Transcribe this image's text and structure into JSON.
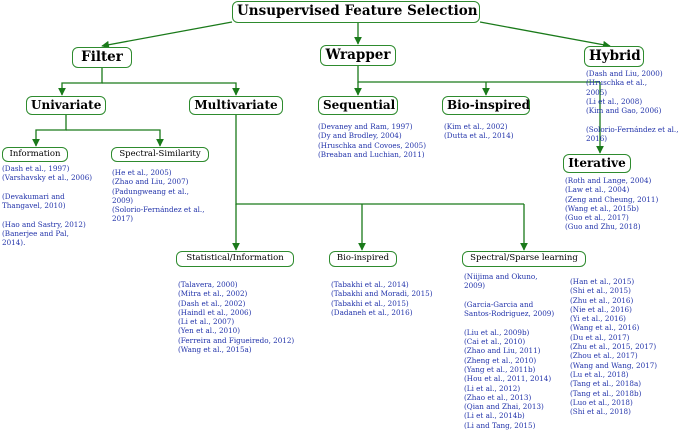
{
  "nodes": {
    "root": "Unsupervised Feature Selection",
    "filter": "Filter",
    "wrapper": "Wrapper",
    "hybrid": "Hybrid",
    "univariate": "Univariate",
    "multivariate": "Multivariate",
    "sequential": "Sequential",
    "bio_inspired_wrapper": "Bio-inspired",
    "iterative": "Iterative",
    "information": "Information",
    "spectral_similarity": "Spectral-Similarity",
    "statistical_information": "Statistical/Information",
    "bio_inspired_multi": "Bio-inspired",
    "spectral_sparse": "Spectral/Sparse learning"
  },
  "refs": {
    "hybrid": [
      "(Dash and Liu, 2000)",
      "(Hruschka et al.,",
      "2005)",
      "(Li et al., 2008)",
      "(Kim and Gao, 2006)",
      "",
      "(Solorio-Fernández et al.,",
      "2016)"
    ],
    "information": [
      "(Dash et al., 1997)",
      "(Varshavsky et al., 2006)",
      "",
      "(Devakumari and",
      "Thangavel, 2010)",
      "",
      "(Hao and Sastry, 2012)",
      "(Banerjee and Pal,",
      "2014)."
    ],
    "spectral_similarity": [
      "(He et al., 2005)",
      "(Zhao and Liu, 2007)",
      "(Padungweang et al.,",
      "2009)",
      "(Solorio-Fernández et al.,",
      "2017)"
    ],
    "sequential": [
      "(Devaney and Ram, 1997)",
      "(Dy and Brodley, 2004)",
      "(Hruschka and Covoes, 2005)",
      "(Breaban and Luchian, 2011)"
    ],
    "bio_inspired_wrapper": [
      "(Kim et al., 2002)",
      "(Dutta et al., 2014)"
    ],
    "iterative": [
      "(Roth and Lange, 2004)",
      "(Law et al., 2004)",
      "(Zeng and Cheung, 2011)",
      "(Wang et al., 2015b)",
      "(Guo et al., 2017)",
      "(Guo and Zhu, 2018)"
    ],
    "statistical_information": [
      "(Talavera, 2000)",
      "(Mitra et al., 2002)",
      "(Dash et al., 2002)",
      "(Haindl et al., 2006)",
      "(Li et al., 2007)",
      "(Yen et al., 2010)",
      "(Ferreira and Figueiredo, 2012)",
      "(Wang et al., 2015a)"
    ],
    "bio_inspired_multi": [
      "(Tabakhi et al., 2014)",
      "(Tabakhi and Moradi, 2015)",
      "(Tabakhi et al., 2015)",
      "(Dadaneh et al., 2016)"
    ],
    "spectral_col1": [
      "(Niijima and Okuno,",
      "2009)",
      "",
      "(Garcia-Garcia and",
      "Santos-Rodriguez, 2009)",
      "",
      "(Liu et al., 2009b)",
      "(Cai et al., 2010)",
      "(Zhao and Liu, 2011)",
      "(Zheng et al., 2010)",
      "(Yang et al., 2011b)",
      "(Hou et al., 2011, 2014)",
      "(Li et al., 2012)",
      "(Zhao et al., 2013)",
      "(Qian and Zhai, 2013)",
      "(Li et al., 2014b)",
      "(Li and Tang, 2015)"
    ],
    "spectral_col2": [
      "(Han et al., 2015)",
      "(Shi et al., 2015)",
      "(Zhu et al., 2016)",
      "(Nie et al., 2016)",
      "(Yi et al., 2016)",
      "(Wang et al., 2016)",
      "(Du et al., 2017)",
      "(Zhu et al., 2015, 2017)",
      "(Zhou et al., 2017)",
      "(Wang and Wang, 2017)",
      "(Lu et al., 2018)",
      "(Tang et al., 2018a)",
      "(Tang et al., 2018b)",
      "(Luo et al., 2018)",
      "(Shi et al., 2018)"
    ]
  },
  "colors": {
    "edge": "#1a7a1a",
    "border": "#2e8b2e",
    "reference_text": "#2233aa"
  }
}
